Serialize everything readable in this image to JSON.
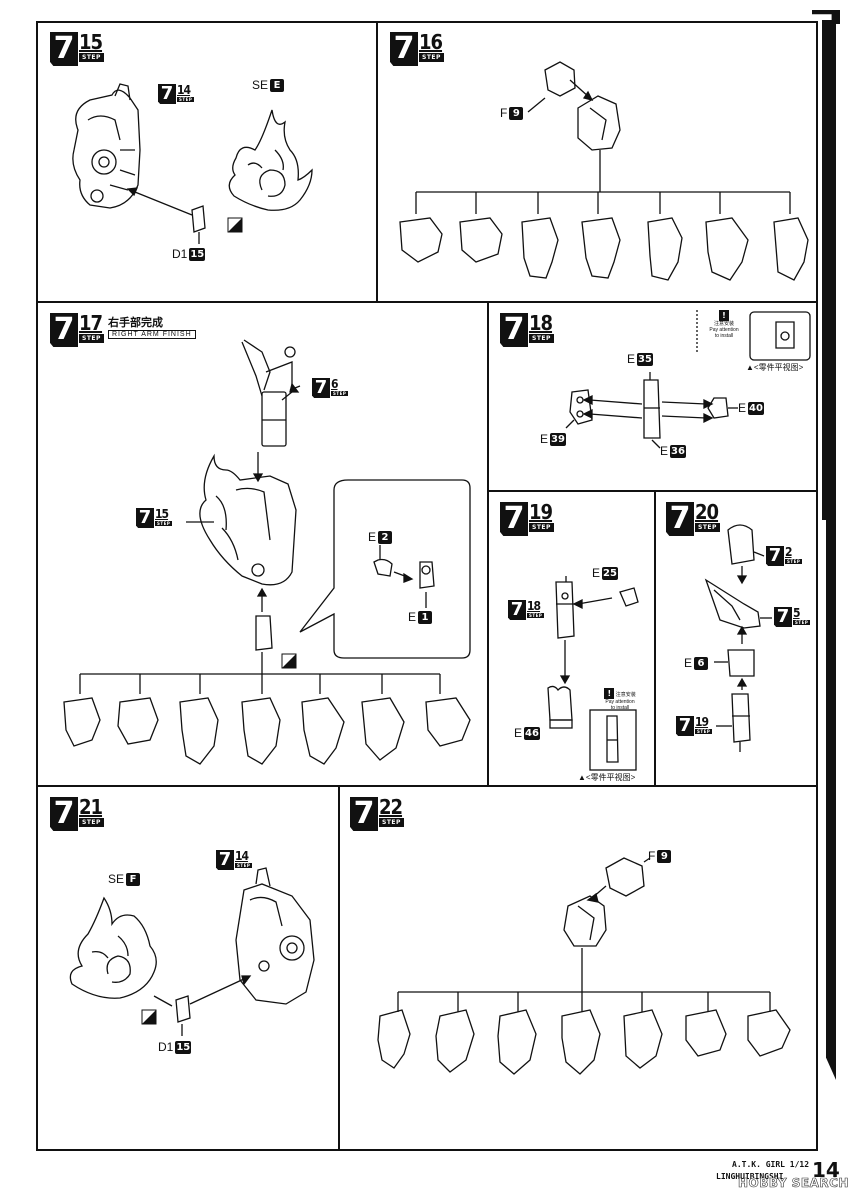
{
  "steps": {
    "s15": {
      "big": "7",
      "num": "15",
      "label": "STEP"
    },
    "s16": {
      "big": "7",
      "num": "16",
      "label": "STEP"
    },
    "s17": {
      "big": "7",
      "num": "17",
      "label": "STEP"
    },
    "s18": {
      "big": "7",
      "num": "18",
      "label": "STEP"
    },
    "s19": {
      "big": "7",
      "num": "19",
      "label": "STEP"
    },
    "s20": {
      "big": "7",
      "num": "20",
      "label": "STEP"
    },
    "s21": {
      "big": "7",
      "num": "21",
      "label": "STEP"
    },
    "s22": {
      "big": "7",
      "num": "22",
      "label": "STEP"
    }
  },
  "refs": {
    "r7_14a": {
      "big": "7",
      "num": "14",
      "label": "STEP"
    },
    "r7_14b": {
      "big": "7",
      "num": "14",
      "label": "STEP"
    },
    "r7_6": {
      "big": "7",
      "num": "6",
      "label": "STEP"
    },
    "r7_15": {
      "big": "7",
      "num": "15",
      "label": "STEP"
    },
    "r7_18": {
      "big": "7",
      "num": "18",
      "label": "STEP"
    },
    "r7_2": {
      "big": "7",
      "num": "2",
      "label": "STEP"
    },
    "r7_5": {
      "big": "7",
      "num": "5",
      "label": "STEP"
    },
    "r7_19": {
      "big": "7",
      "num": "19",
      "label": "STEP"
    }
  },
  "parts": {
    "se_e": {
      "prefix": "SE",
      "id": "E"
    },
    "d1_15a": {
      "prefix": "D1",
      "id": "15"
    },
    "f9a": {
      "prefix": "F",
      "id": "9"
    },
    "e2": {
      "prefix": "E",
      "id": "2"
    },
    "e1": {
      "prefix": "E",
      "id": "1"
    },
    "e35": {
      "prefix": "E",
      "id": "35"
    },
    "e40": {
      "prefix": "E",
      "id": "40"
    },
    "e39": {
      "prefix": "E",
      "id": "39"
    },
    "e36": {
      "prefix": "E",
      "id": "36"
    },
    "e25": {
      "prefix": "E",
      "id": "25"
    },
    "e46": {
      "prefix": "E",
      "id": "46"
    },
    "e6": {
      "prefix": "E",
      "id": "6"
    },
    "se_f": {
      "prefix": "SE",
      "id": "F"
    },
    "d1_15b": {
      "prefix": "D1",
      "id": "15"
    },
    "f9b": {
      "prefix": "F",
      "id": "9"
    }
  },
  "finish": {
    "cn": "右手部完成",
    "en": "RIGHT ARM FINISH"
  },
  "notes": {
    "attention_cn": "注意安装",
    "attention_en1": "Pay attention",
    "attention_en2": "to install",
    "attention_mark": "!",
    "plan_view_a": "▲<零件平视图>",
    "plan_view_b": "▲<零件平视图>"
  },
  "footer": {
    "model": "A.T.K. GIRL 1/12",
    "name": "LINGHUIBINGSHI",
    "page": "14",
    "watermark": "HOBBY SEARCH"
  }
}
